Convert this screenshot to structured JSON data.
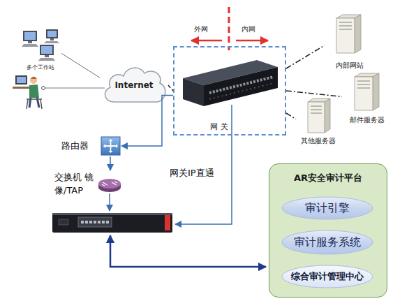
{
  "diagram": {
    "nodes": [
      {
        "text": [
          "多个工作站"
        ]
      },
      {
        "text": [
          "Internet"
        ]
      },
      {
        "text": [
          "网 关"
        ]
      },
      {
        "text": [
          "内部网站"
        ]
      },
      {
        "text": [
          "邮件服务器"
        ]
      },
      {
        "text": [
          "其他服务器"
        ]
      },
      {
        "text": [
          "路由器"
        ]
      },
      {
        "text": [
          "交换机 镜像/TAP"
        ]
      },
      {
        "text": [
          "AR安全审计平台"
        ]
      },
      {
        "text": [
          "审计引擎"
        ],
        "in": 8
      },
      {
        "text": [
          "审计服务系统"
        ],
        "in": 8
      },
      {
        "text": [
          "综合审计管理中心"
        ],
        "in": 8
      }
    ],
    "edges": [
      {
        "from": 0,
        "to": 1,
        "arrow": "none"
      },
      {
        "from": 1,
        "to": 2,
        "arrow": "none"
      },
      {
        "from": 2,
        "to": 3,
        "arrow": "none"
      },
      {
        "from": 2,
        "to": 4,
        "arrow": "none"
      },
      {
        "from": 2,
        "to": 5,
        "arrow": "none"
      },
      {
        "from": 2,
        "to": 6,
        "arrow": "to"
      },
      {
        "from": 6,
        "to": 7,
        "arrow": "to"
      }
    ],
    "labels": [
      "外网",
      "内网",
      "网关IP直通"
    ]
  }
}
